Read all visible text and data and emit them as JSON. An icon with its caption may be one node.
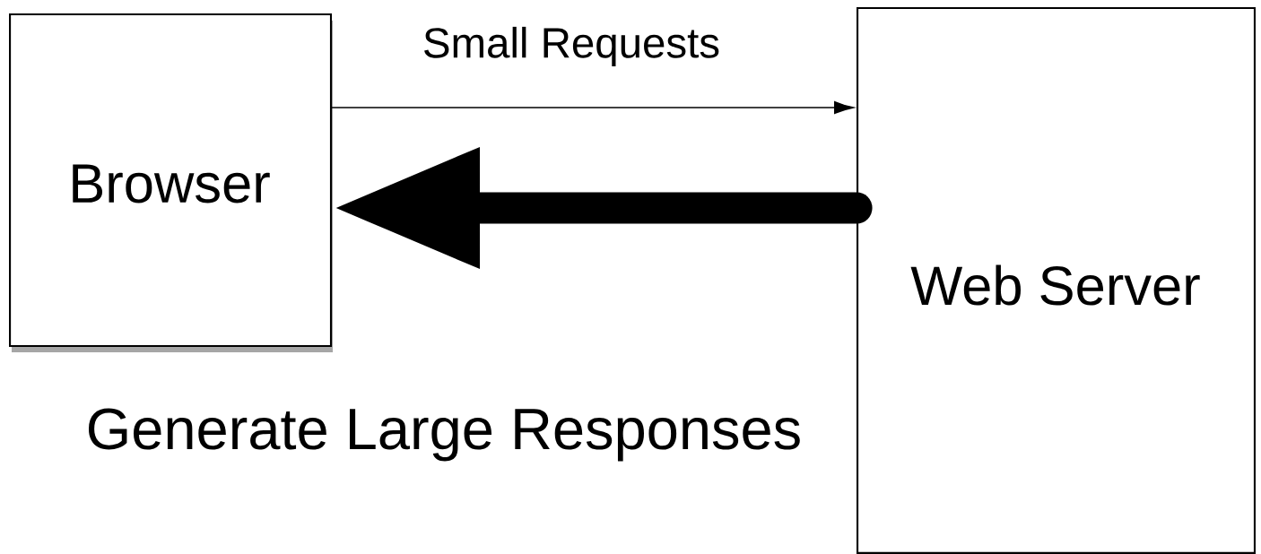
{
  "diagram": {
    "nodes": [
      {
        "text": [
          "Browser"
        ]
      },
      {
        "text": [
          "Web Server"
        ]
      }
    ],
    "edges": [
      {
        "from": 0,
        "to": 1,
        "arrow": "to",
        "label": "Small Requests"
      },
      {
        "from": 1,
        "to": 0,
        "arrow": "to",
        "style": "thick"
      }
    ],
    "labels": [
      "Generate Large Responses"
    ]
  }
}
